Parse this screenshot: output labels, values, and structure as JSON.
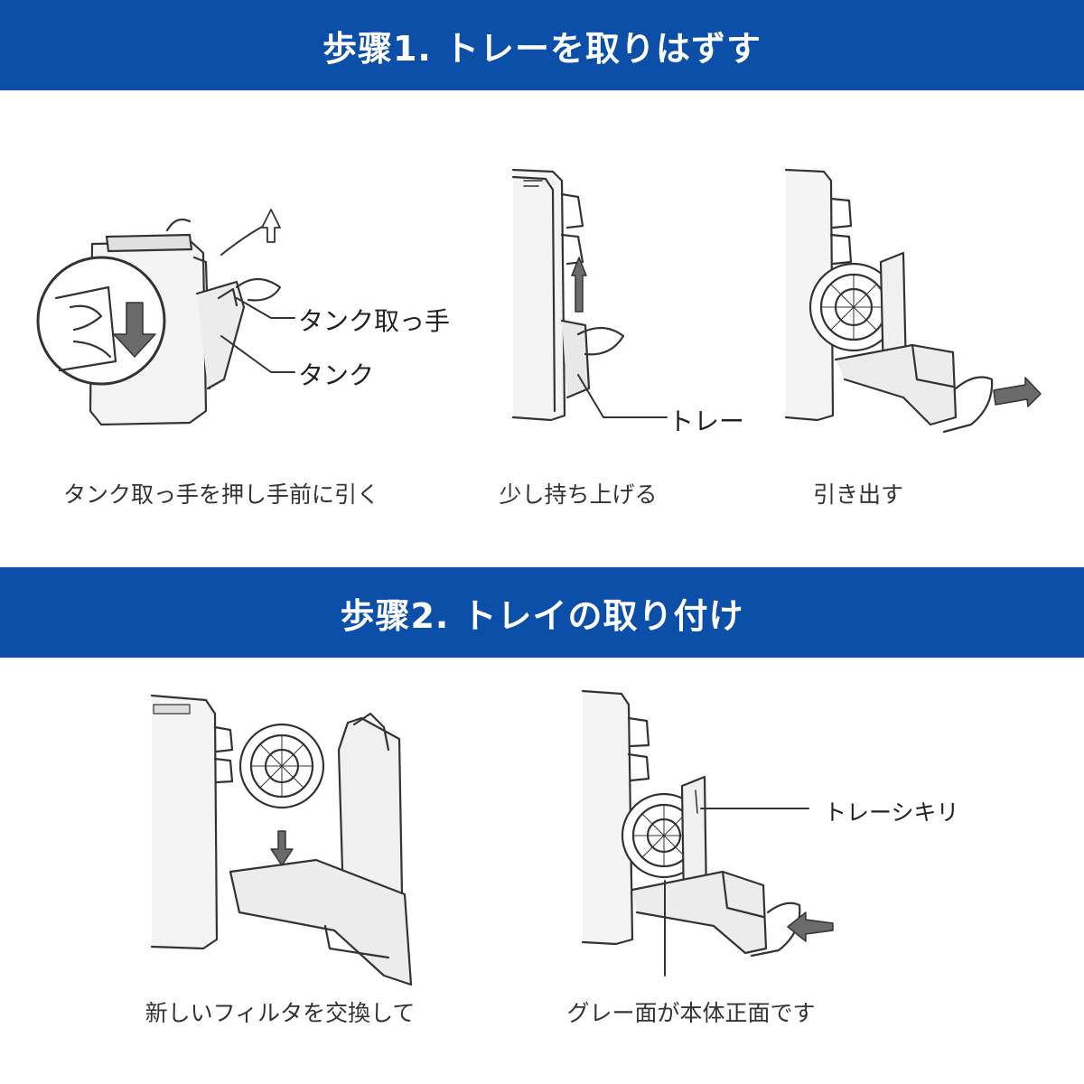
{
  "colors": {
    "banner_bg": "#0c4fa8",
    "banner_text": "#ffffff",
    "line": "#333333",
    "fill_gray": "#e6e6e6",
    "arrow_gray": "#6b6b6b"
  },
  "step1": {
    "title": "歩骤1. トレーを取りはずす",
    "labels": {
      "tank_handle": "タンク取っ手",
      "tank": "タンク",
      "tray": "トレー"
    },
    "captions": [
      "タンク取っ手を押し手前に引く",
      "少し持ち上げる",
      "引き出す"
    ]
  },
  "step2": {
    "title": "歩骤2. トレイの取り付け",
    "labels": {
      "tray_divider": "トレーシキリ"
    },
    "captions": [
      "新しいフィルタを交換して",
      "グレー面が本体正面です"
    ]
  },
  "icons": [
    "up-arrow-icon",
    "down-arrow-icon",
    "right-arrow-icon",
    "left-arrow-icon",
    "hand-icon",
    "filter-disc-icon"
  ]
}
